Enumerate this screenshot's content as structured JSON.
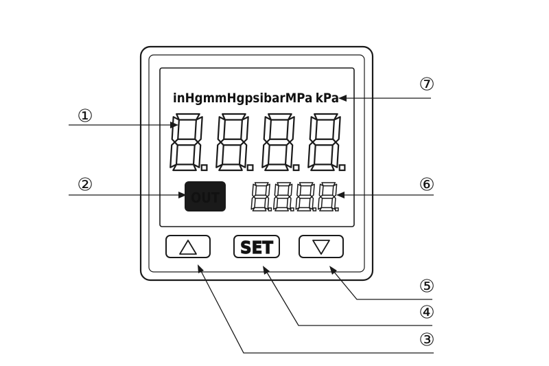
{
  "device": {
    "unit_labels": [
      "inHg",
      "mmHg",
      "psi",
      "bar",
      "MPa",
      "kPa"
    ],
    "main_display": "8.8.8.8.",
    "sub_display": "8.8.8.8.",
    "out_indicator": "OUT",
    "buttons": {
      "up": "up-triangle-icon",
      "set": "SET",
      "down": "down-triangle-icon"
    }
  },
  "callouts": [
    {
      "number": "①",
      "target": "main-display"
    },
    {
      "number": "②",
      "target": "out-indicator"
    },
    {
      "number": "③",
      "target": "up-button"
    },
    {
      "number": "④",
      "target": "set-button"
    },
    {
      "number": "⑤",
      "target": "down-button"
    },
    {
      "number": "⑥",
      "target": "sub-display"
    },
    {
      "number": "⑦",
      "target": "unit-labels"
    }
  ],
  "colors": {
    "outline": "#1a1a1a",
    "out_badge": "#1a1a1a",
    "out_text": "#ffffff",
    "background": "#ffffff"
  }
}
